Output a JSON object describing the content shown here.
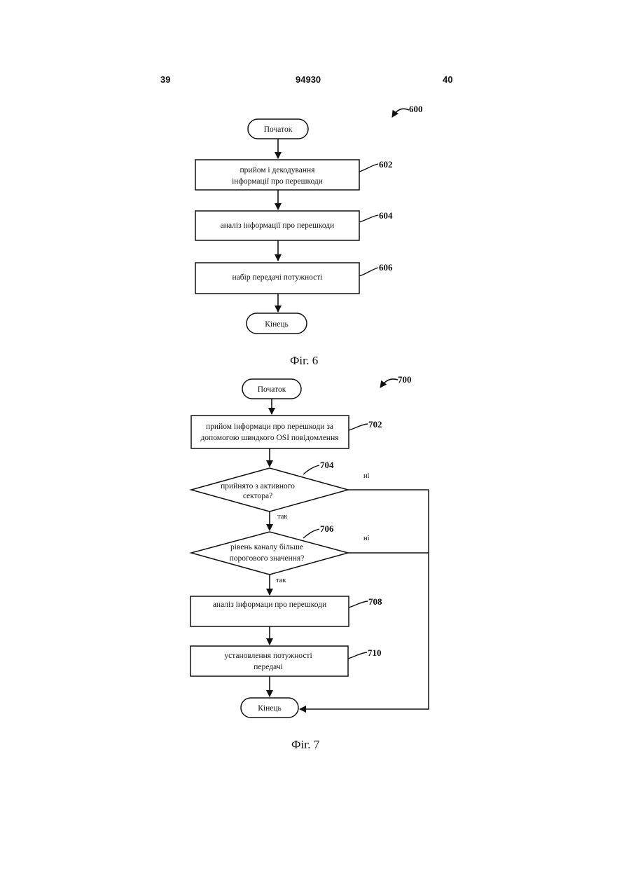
{
  "header": {
    "left_page": "39",
    "patent_number": "94930",
    "right_page": "40"
  },
  "fig6": {
    "ref": "600",
    "start": "Початок",
    "step602": {
      "ref": "602",
      "line1": "прийом і декодування",
      "line2": "інформації про перешкоди"
    },
    "step604": {
      "ref": "604",
      "text": "аналіз інформації про перешкоди"
    },
    "step606": {
      "ref": "606",
      "text": "набір передачі потужності"
    },
    "end": "Кінець",
    "caption": "Фіг. 6"
  },
  "fig7": {
    "ref": "700",
    "start": "Початок",
    "step702": {
      "ref": "702",
      "line1": "прийом інформаци про перешкоди за",
      "line2": "допомогою швидкого OSI повідомлення"
    },
    "dec704": {
      "ref": "704",
      "line1": "прийнято з активного",
      "line2": "сектора?",
      "no": "ні",
      "yes": "так"
    },
    "dec706": {
      "ref": "706",
      "line1": "рівень каналу більше",
      "line2": "порогового значення?",
      "no": "ні",
      "yes": "так"
    },
    "step708": {
      "ref": "708",
      "text": "аналіз інформаци про перешкоди"
    },
    "step710": {
      "ref": "710",
      "line1": "установлення потужності",
      "line2": "передачі"
    },
    "end": "Кінець",
    "caption": "Фіг. 7"
  }
}
